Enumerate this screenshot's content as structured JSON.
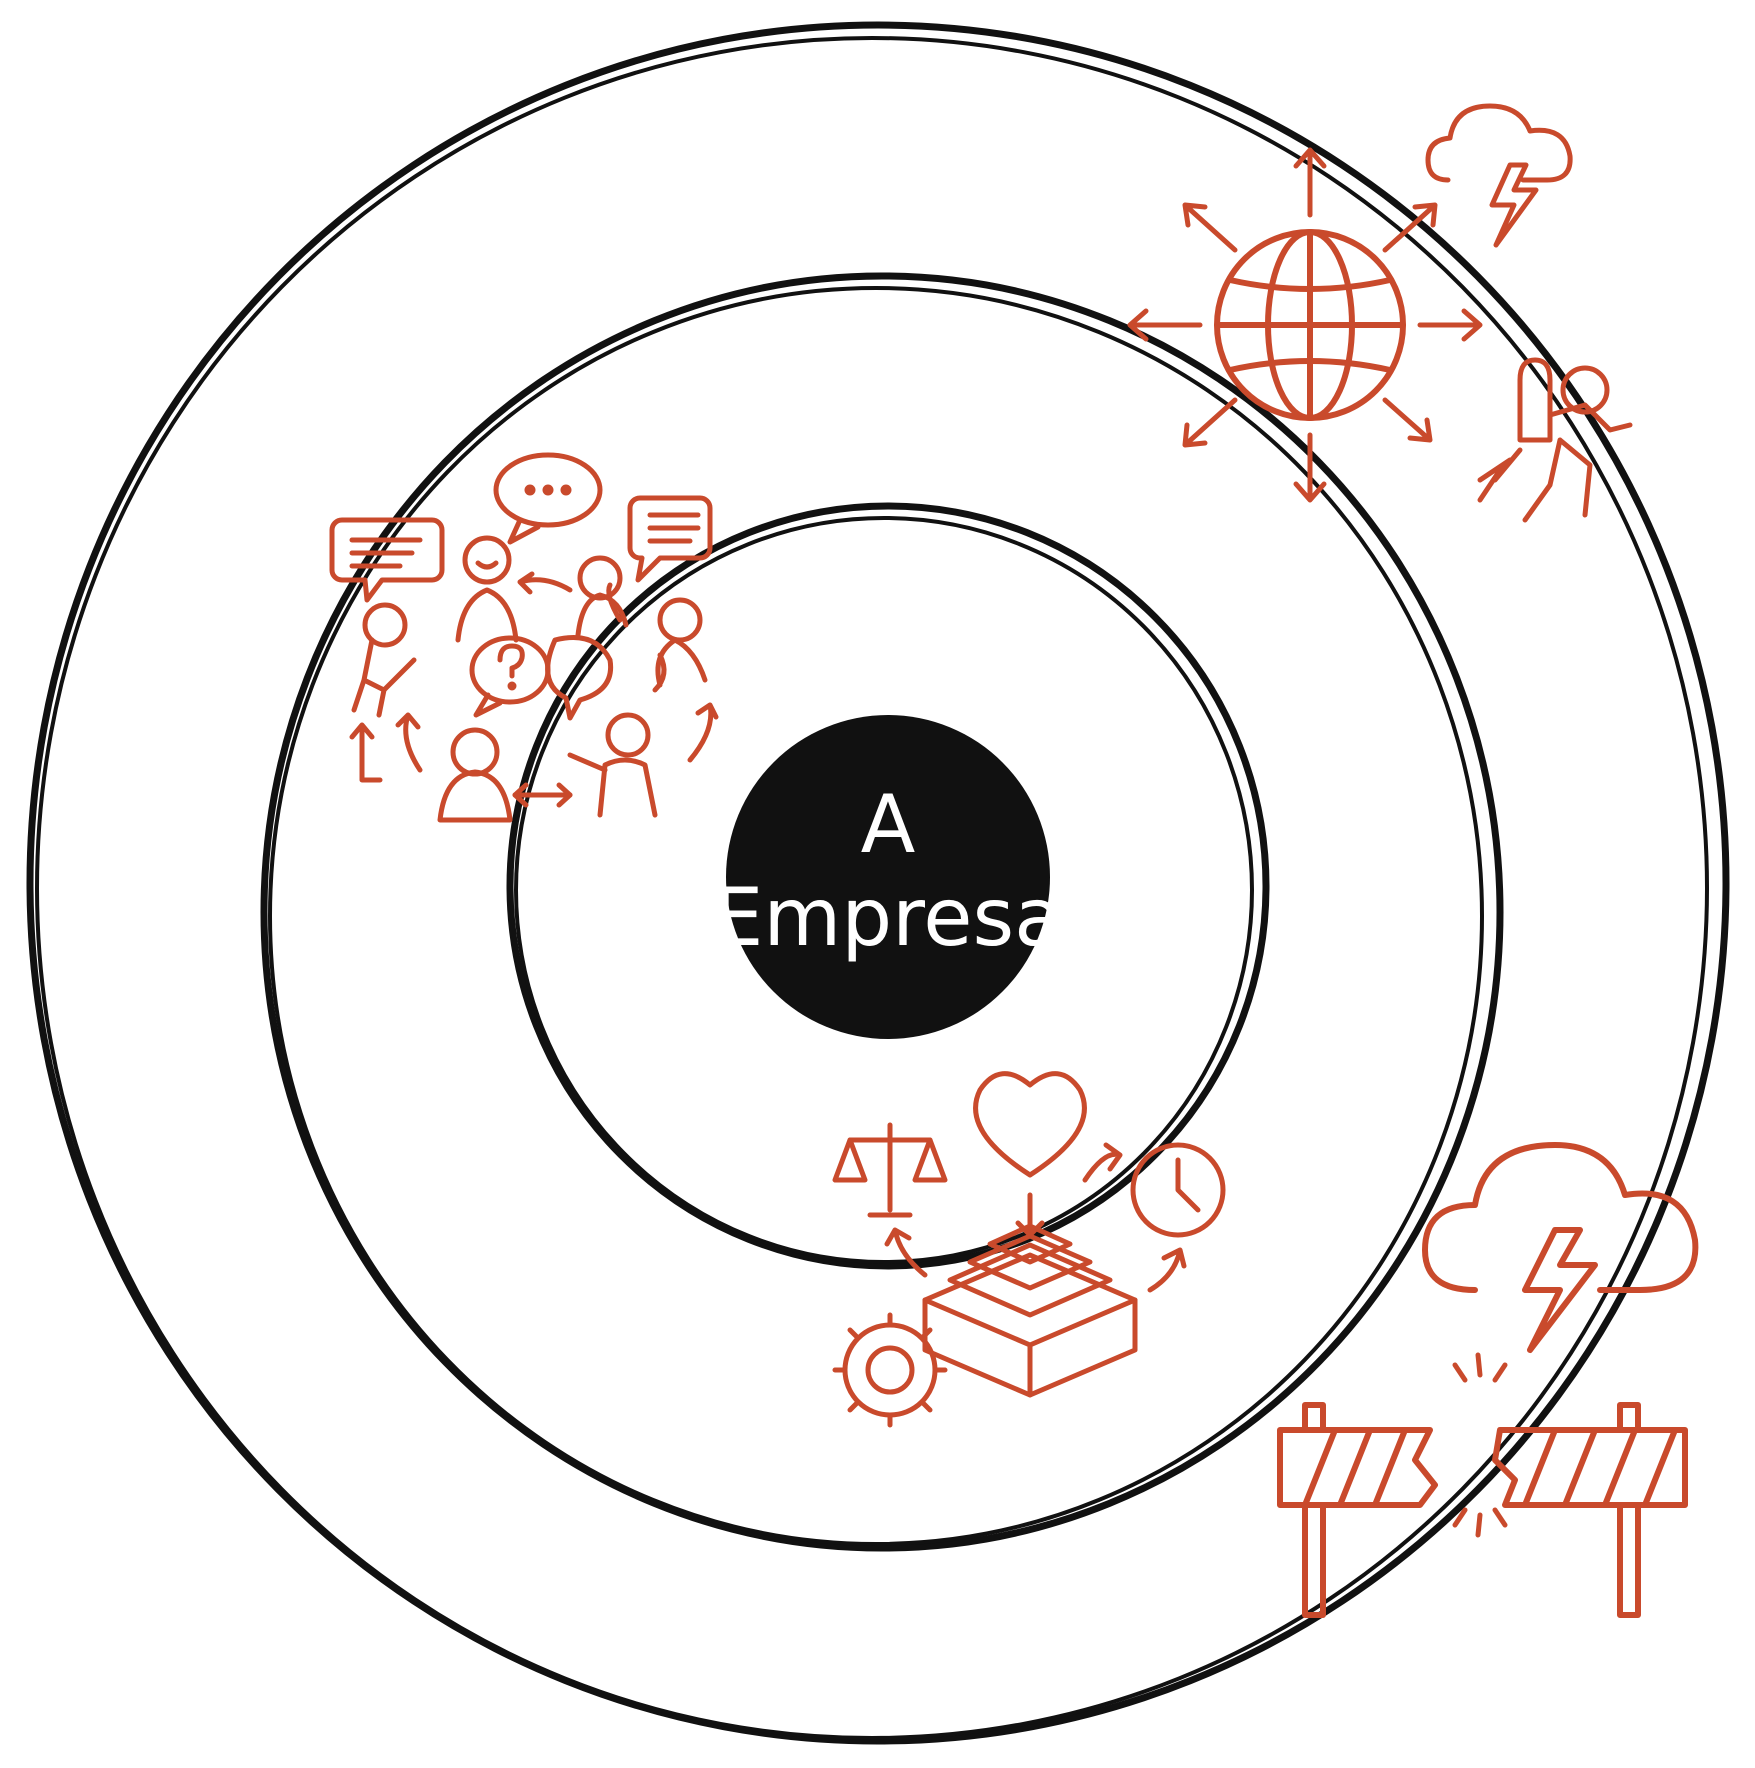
{
  "diagram": {
    "center": {
      "line1": "A",
      "line2": "Empresa"
    },
    "colors": {
      "ink": "#111111",
      "accent": "#c94a2c",
      "background": "#ffffff"
    },
    "icon_groups": [
      {
        "ring": "middle",
        "icons": [
          "speech-bubble-icon",
          "people-icon",
          "question-bubble-icon",
          "bidirectional-arrow-icon"
        ]
      },
      {
        "ring": "outer",
        "icons": [
          "globe-icon",
          "radiating-arrows-icon",
          "storm-cloud-icon",
          "jetpack-runner-icon"
        ]
      },
      {
        "ring": "inner",
        "icons": [
          "scales-icon",
          "heart-icon",
          "clock-icon",
          "pyramid-icon",
          "gear-icon"
        ]
      },
      {
        "ring": "outer",
        "icons": [
          "storm-cloud-icon",
          "broken-barrier-icon"
        ]
      }
    ]
  }
}
